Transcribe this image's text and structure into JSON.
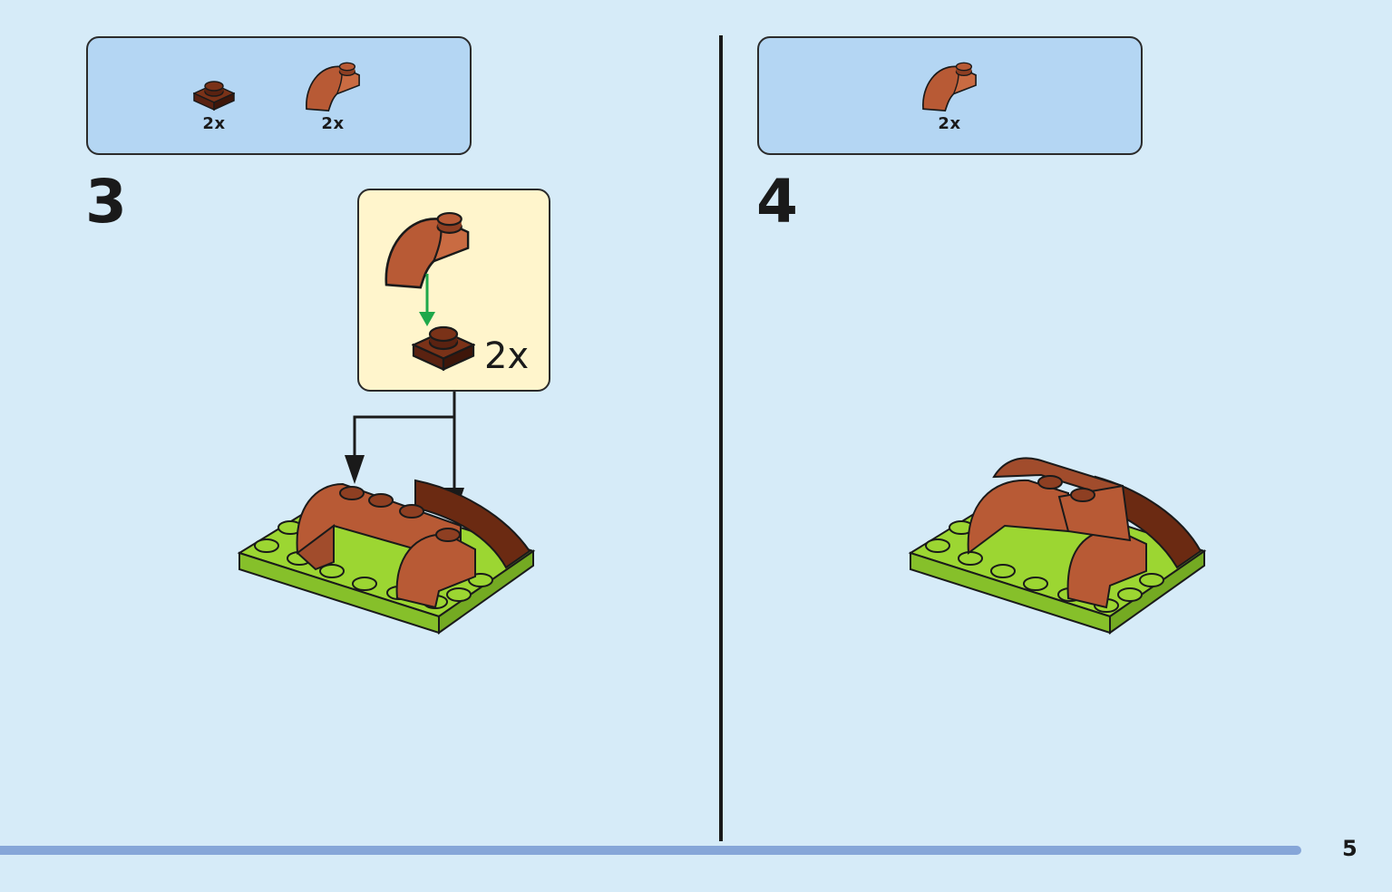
{
  "colors": {
    "background": "#d6ebf8",
    "parts_box": "#b4d6f3",
    "callout": "#fff5cc",
    "green_plate": "#9cd632",
    "brown_medium": "#b85a35",
    "brown_dark": "#5a2211",
    "arrow_green": "#1ea84a",
    "progress": "#86a6d8"
  },
  "left_page": {
    "parts": [
      {
        "icon": "dark-brown-plate-1x1-icon",
        "qty": "2x"
      },
      {
        "icon": "brown-curved-slope-icon",
        "qty": "2x"
      }
    ],
    "step_number": "3",
    "callout_qty": "2x"
  },
  "right_page": {
    "parts": [
      {
        "icon": "brown-curved-slope-icon",
        "qty": "2x"
      }
    ],
    "step_number": "4"
  },
  "footer": {
    "page_number": "5"
  }
}
